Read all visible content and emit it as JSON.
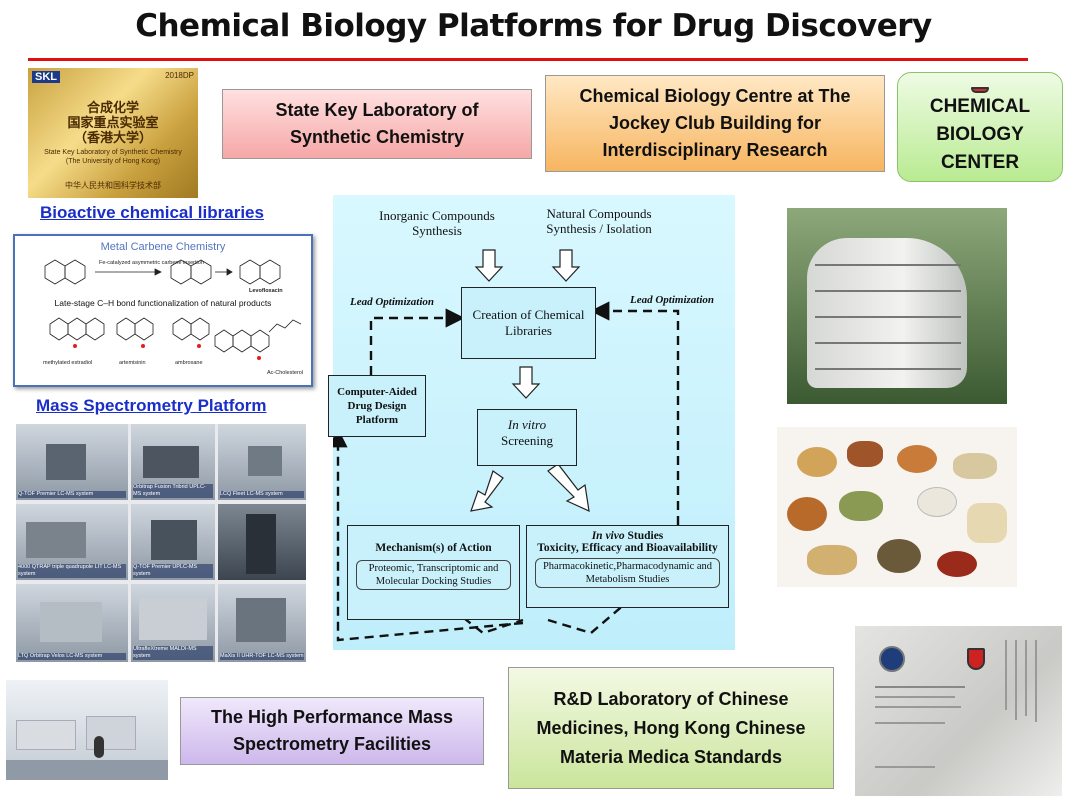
{
  "title": "Chemical Biology Platforms for Drug Discovery",
  "labels": {
    "skl_box": "State Key Laboratory of Synthetic Chemistry",
    "cbc_box": "Chemical Biology Centre at The Jockey Club Building for Interdisciplinary Research",
    "center_box": "CHEMICAL BIOLOGY CENTER",
    "hpms_box": "The High Performance Mass Spectrometry Facilities",
    "rd_box": "R&D Laboratory of Chinese Medicines, Hong Kong Chinese Materia Medica Standards"
  },
  "links": {
    "libraries": "Bioactive chemical libraries",
    "mass_spec": "Mass Spectrometry Platform"
  },
  "plaque": {
    "brand": "SKL",
    "year": "2018DP",
    "cn_line1": "合成化学",
    "cn_line2": "国家重点实验室",
    "cn_line3": "（香港大学）",
    "en_line1": "State Key Laboratory of Synthetic Chemistry",
    "en_line2": "(The University of Hong Kong)",
    "footer": "中华人民共和国科学技术部"
  },
  "chem_panel": {
    "title": "Metal Carbene Chemistry",
    "subtitle": "Late-stage C–H bond functionalization of natural products",
    "reaction_note": "Fe-catalyzed asymmetric carbene insertion",
    "product": "Levofloxacin",
    "compounds": [
      "methylated estradiol",
      "artemisinin",
      "ambroxane",
      "Ac-Cholesterol"
    ]
  },
  "ms_systems": [
    "Q-TOF Premier LC-MS system",
    "Orbitrap Fusion Tribrid UPLC-MS system",
    "LCQ Fleet LC-MS system",
    "4000 QTRAP triple quadrupole LIT LC-MS system",
    "Q-TOF Premier UPLC-MS system",
    "",
    "LTQ Orbitrap Velos LC-MS system",
    "UltrafleXtreme MALDI-MS system",
    "MaXis II UHR-TOF LC-MS system"
  ],
  "flowchart": {
    "inorganic": "Inorganic Compounds Synthesis",
    "natural": "Natural Compounds Synthesis / Isolation",
    "creation": "Creation of Chemical Libraries",
    "lead_left": "Lead Optimization",
    "lead_right": "Lead Optimization",
    "cadd": "Computer-Aided Drug Design Platform",
    "invitro_1": "In vitro",
    "invitro_2": "Screening",
    "moa_title": "Mechanism(s) of Action",
    "moa_sub": "Proteomic, Transcriptomic and Molecular Docking Studies",
    "invivo_title_italic": "In vivo",
    "invivo_title_rest": " Studies",
    "invivo_title2": "Toxicity, Efficacy and Bioavailability",
    "invivo_sub": "Pharmacokinetic,Pharmacodynamic and Metabolism Studies"
  },
  "colors": {
    "title_rule": "#e01010",
    "link": "#1a2ec9",
    "flow_bg": "#c8f1fb"
  }
}
